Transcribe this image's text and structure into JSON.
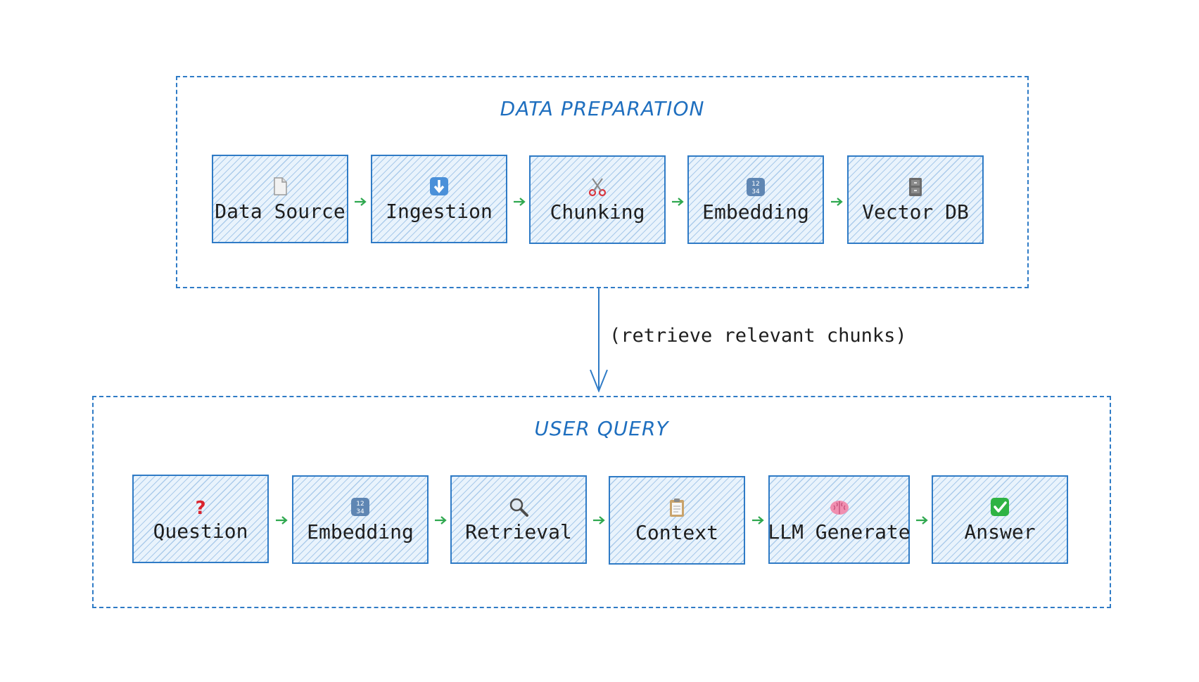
{
  "top_group": {
    "title": "DATA PREPARATION",
    "nodes": [
      {
        "label": "Data Source",
        "icon": "document-icon"
      },
      {
        "label": "Ingestion",
        "icon": "down-arrow-icon"
      },
      {
        "label": "Chunking",
        "icon": "scissors-icon"
      },
      {
        "label": "Embedding",
        "icon": "numbers-icon"
      },
      {
        "label": "Vector DB",
        "icon": "file-cabinet-icon"
      }
    ]
  },
  "connector": {
    "label": "(retrieve relevant chunks)"
  },
  "bottom_group": {
    "title": "USER QUERY",
    "nodes": [
      {
        "label": "Question",
        "icon": "question-mark-icon"
      },
      {
        "label": "Embedding",
        "icon": "numbers-icon"
      },
      {
        "label": "Retrieval",
        "icon": "magnifier-icon"
      },
      {
        "label": "Context",
        "icon": "clipboard-icon"
      },
      {
        "label": "LLM Generate",
        "icon": "brain-icon"
      },
      {
        "label": "Answer",
        "icon": "check-mark-icon"
      }
    ]
  },
  "colors": {
    "group_border": "#2f7bc6",
    "group_title": "#1f6fbf",
    "node_border": "#2f7bc6",
    "node_fill": "#e9f3fc",
    "arrow": "#2fa84f",
    "connector": "#2f7bc6"
  }
}
